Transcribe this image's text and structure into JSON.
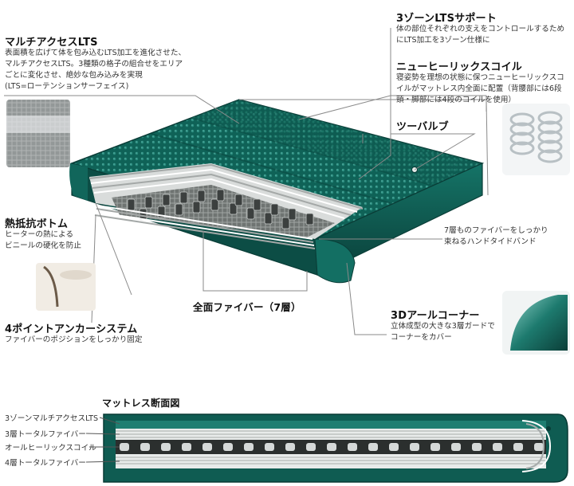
{
  "colors": {
    "teal_dark": "#0c4a43",
    "teal": "#0f6b60",
    "teal_light": "#1f8a7c",
    "callout_line": "#7a7a7a"
  },
  "callouts": {
    "multi_access_lts": {
      "title": "マルチアクセスLTS",
      "lines": [
        "表面積を広げて体を包み込むLTS加工を進化させた、",
        "マルチアクセスLTS。3種類の格子の組合せをエリア",
        "ごとに変化させ、絶妙な包み込みを実現",
        "(LTS=ローテンションサーフェイス)"
      ]
    },
    "three_zone": {
      "title": "3ゾーンLTSサポート",
      "lines": [
        "体の部位それぞれの支えをコントロールするため",
        "にLTS加工を3ゾーン仕様に"
      ]
    },
    "new_helix_coil": {
      "title": "ニューヒーリックスコイル",
      "lines": [
        "寝姿勢を理想の状態に保つニューヒーリックスコ",
        "イルがマットレス内全面に配置（背腰部には6段",
        "頭・脚部には4段のコイルを使用）"
      ]
    },
    "two_valve": {
      "title": "ツーバルブ"
    },
    "heat_resistant_bottom": {
      "title": "熱抵抗ボトム",
      "lines": [
        "ヒーターの熱による",
        "ビニールの硬化を防止"
      ]
    },
    "hand_tied_band": {
      "lines": [
        "7層ものファイバーをしっかり",
        "束ねるハンドタイドバンド"
      ]
    },
    "full_fiber": {
      "title": "全面ファイバー（7層）"
    },
    "four_point_anchor": {
      "title": "4ポイントアンカーシステム",
      "lines": [
        "ファイバーのポジションをしっかり固定"
      ]
    },
    "three_d_r_corner": {
      "title": "3Dアールコーナー",
      "lines": [
        "立体成型の大きな3層ガードで",
        "コーナーをカバー"
      ]
    }
  },
  "cross_section": {
    "title": "マットレス断面図",
    "labels": [
      "3ゾーンマルチアクセスLTS",
      "3層トータルファイバー",
      "オールヒーリックスコイル",
      "4層トータルファイバー"
    ]
  }
}
